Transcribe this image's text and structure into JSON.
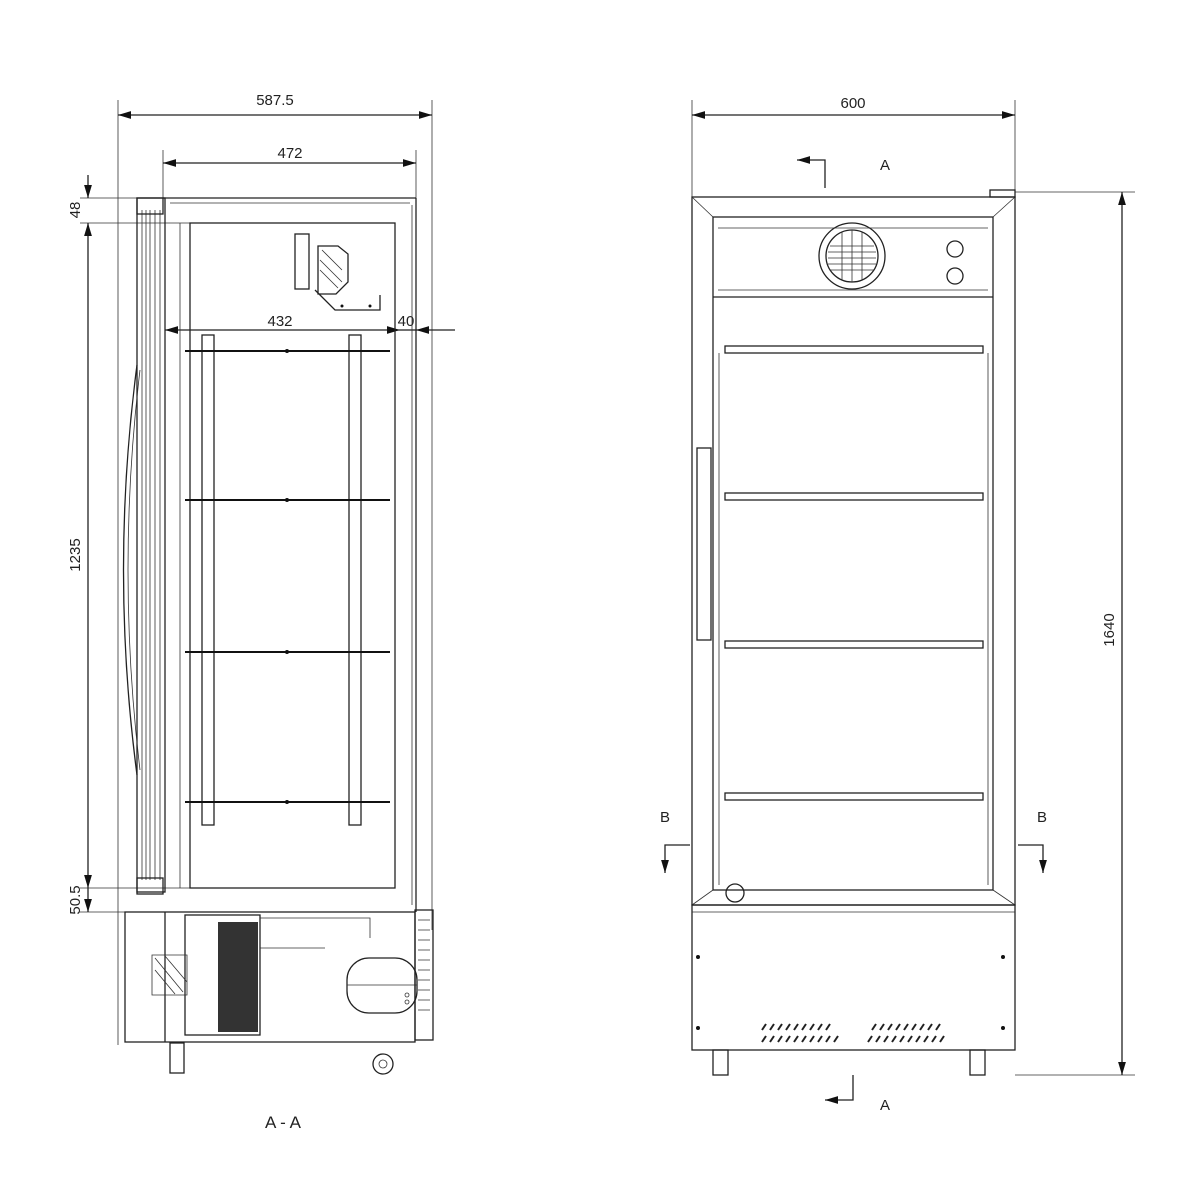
{
  "side_view": {
    "section_label": "A - A",
    "dimensions": {
      "overall_depth": "587.5",
      "cabinet_depth": "472",
      "top_height": "48",
      "inner_depth": "432",
      "rear_gap": "40",
      "inner_height": "1235",
      "bottom_height": "50.5"
    }
  },
  "front_view": {
    "dimensions": {
      "width": "600",
      "height": "1640"
    },
    "section_markers": {
      "top_a": "A",
      "bottom_a": "A",
      "left_b": "B",
      "right_b": "B"
    }
  }
}
